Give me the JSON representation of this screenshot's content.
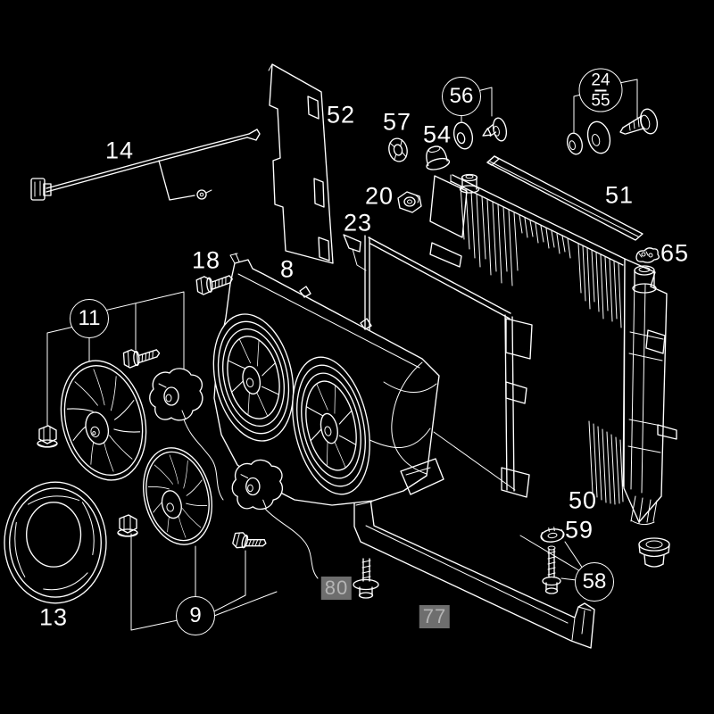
{
  "canvas": {
    "background": "#000000",
    "line_color": "#ffffff"
  },
  "label_styles": {
    "plain_text_color": "#ffffff",
    "circle_border_color": "#ffffff",
    "boxed_background": "#6e6e6e",
    "boxed_text_color": "#b5b5b5"
  },
  "labels": {
    "p14": {
      "text": "14",
      "style": "plain"
    },
    "p52": {
      "text": "52",
      "style": "plain"
    },
    "p57": {
      "text": "57",
      "style": "plain"
    },
    "p54": {
      "text": "54",
      "style": "plain"
    },
    "p56": {
      "text": "56",
      "style": "circled"
    },
    "p24": {
      "text": "24",
      "style": "circled-pair"
    },
    "p55": {
      "text": "55",
      "style": "circled-pair"
    },
    "p51": {
      "text": "51",
      "style": "plain"
    },
    "p65": {
      "text": "65",
      "style": "plain"
    },
    "p20": {
      "text": "20",
      "style": "plain"
    },
    "p23": {
      "text": "23",
      "style": "plain"
    },
    "p18": {
      "text": "18",
      "style": "plain"
    },
    "p8": {
      "text": "8",
      "style": "plain"
    },
    "p11": {
      "text": "11",
      "style": "circled"
    },
    "p13": {
      "text": "13",
      "style": "plain"
    },
    "p9": {
      "text": "9",
      "style": "circled"
    },
    "p50": {
      "text": "50",
      "style": "plain"
    },
    "p59": {
      "text": "59",
      "style": "plain"
    },
    "p58": {
      "text": "58",
      "style": "circled"
    },
    "p80": {
      "text": "80",
      "style": "boxed"
    },
    "p77": {
      "text": "77",
      "style": "boxed"
    }
  }
}
